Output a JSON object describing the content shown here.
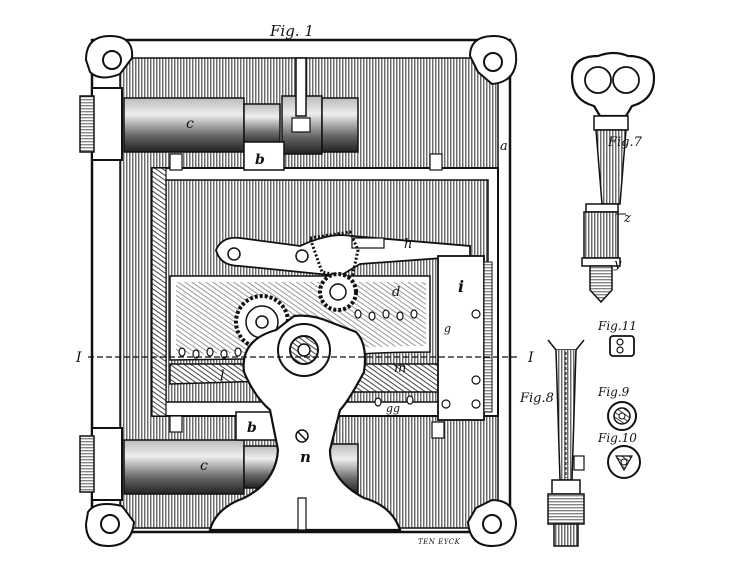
{
  "figures": {
    "fig1": "Fig. 1",
    "fig7": "Fig.7",
    "fig8": "Fig.8",
    "fig9": "Fig.9",
    "fig10": "Fig.10",
    "fig11": "Fig.11"
  },
  "labels": {
    "a": "a",
    "b_top": "b",
    "b_bottom": "b",
    "c_top": "c",
    "c_bottom": "c",
    "d": "d",
    "h": "h",
    "i": "i",
    "l": "l",
    "m": "m",
    "n": "n",
    "gg": "gg",
    "g": "g",
    "z": "z",
    "y": "y",
    "section_left": "I",
    "section_right": "I"
  },
  "signature": "TEN EYCK",
  "colors": {
    "ink": "#1a1a1a",
    "hatch": "#555555",
    "paper": "#ffffff"
  }
}
